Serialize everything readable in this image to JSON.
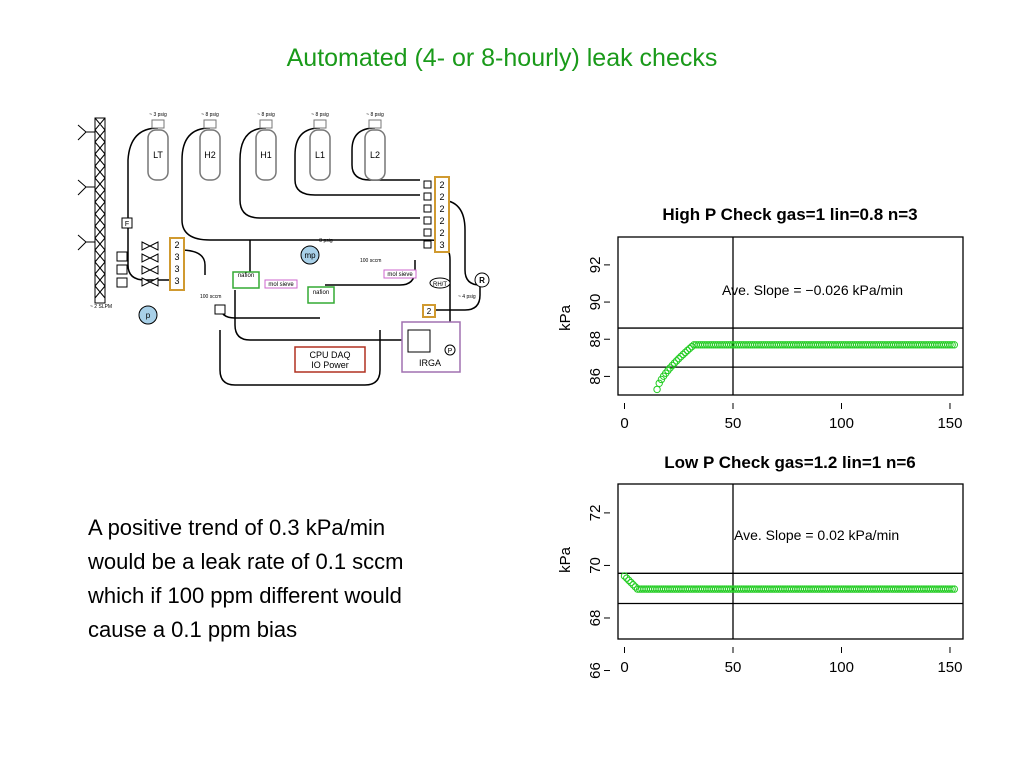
{
  "slide": {
    "title": "Automated (4- or 8-hourly) leak checks",
    "title_color": "#1a9a1a",
    "body_lines": [
      "A positive trend of 0.3 kPa/min",
      "would be a leak rate of 0.1 sccm",
      "which if 100 ppm different would",
      "cause a 0.1 ppm bias"
    ]
  },
  "diagram": {
    "cylinders": [
      {
        "label": "LT",
        "pressure": "~ 3 psig"
      },
      {
        "label": "H2",
        "pressure": "~ 8 psig"
      },
      {
        "label": "H1",
        "pressure": "~ 8 psig"
      },
      {
        "label": "L1",
        "pressure": "~ 8 psig"
      },
      {
        "label": "L2",
        "pressure": "~ 8 psig"
      }
    ],
    "labels": {
      "mp": "mp",
      "p": "p",
      "r": "R",
      "filter": "F",
      "nafion": "nafion",
      "mol_sieve": "mol sieve",
      "rh_t": "RH/T",
      "irga": "IRGA",
      "irga_p": "P",
      "daq_line1": "CPU DAQ",
      "daq_line2": "IO Power",
      "flow_100sccm": "100 sccm",
      "slpm": "~ 2 SLPM",
      "psig8": "~ 8 psig",
      "psig4": "~ 4 psig",
      "valve_nums_right": [
        "2",
        "2",
        "2",
        "2",
        "2",
        "3"
      ],
      "valve_nums_left": [
        "2",
        "3",
        "3",
        "3"
      ],
      "valve_num_irga": "2"
    }
  },
  "chart_data": [
    {
      "type": "scatter",
      "title": "High P Check gas=1 lin=0.8 n=3",
      "ylabel": "kPa",
      "xlabel": "",
      "xlim": [
        -3,
        156
      ],
      "ylim": [
        85,
        93.5
      ],
      "xticks": [
        0,
        50,
        100,
        150
      ],
      "yticks": [
        86,
        88,
        90,
        92
      ],
      "annotation": "Ave. Slope = −0.026  kPa/min",
      "hlines": [
        88.6,
        86.5
      ],
      "vline": 50,
      "color": "#22cc22",
      "series": [
        {
          "x_start": 15,
          "x_end": 152,
          "rise_end": 32,
          "y_start": 85.3,
          "y_plateau": 87.7
        }
      ]
    },
    {
      "type": "scatter",
      "title": "Low P Check gas=1.2 lin=1 n=6",
      "ylabel": "kPa",
      "xlabel": "",
      "xlim": [
        -3,
        156
      ],
      "ylim": [
        67.2,
        73.1
      ],
      "xticks": [
        0,
        50,
        100,
        150
      ],
      "yticks": [
        66,
        68,
        70,
        72
      ],
      "annotation": "Ave. Slope =  0.02  kPa/min",
      "hlines": [
        69.7,
        68.55
      ],
      "vline": 50,
      "color": "#22cc22",
      "series": [
        {
          "x_start": 0,
          "x_end": 152,
          "drop_end": 6,
          "y_start": 69.6,
          "y_plateau": 69.1
        }
      ]
    }
  ]
}
